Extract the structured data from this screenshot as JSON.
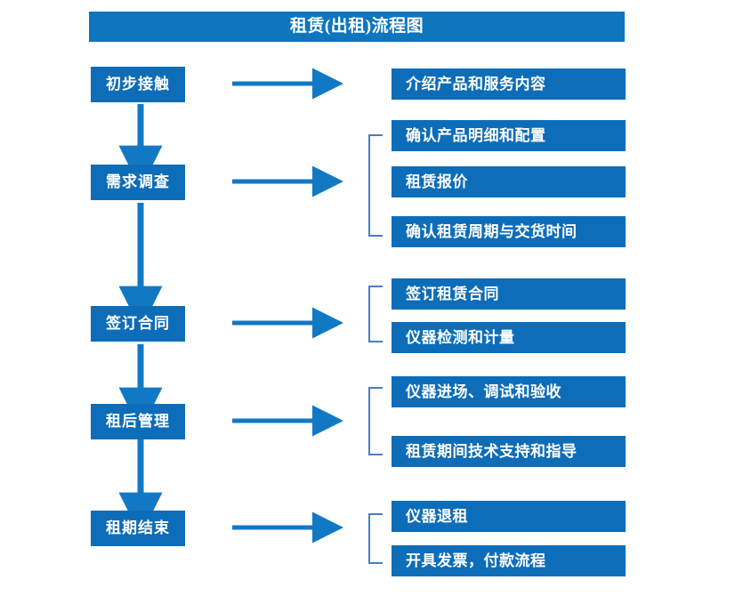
{
  "diagram": {
    "title": "租赁(出租)流程图",
    "colors": {
      "title_bar": "#0F75BD",
      "box_fill": "#0E6DB8",
      "box_text": "#FFFFFF",
      "arrow": "#1179C4",
      "bracket": "#4A7EBB",
      "background": "#FFFFFF"
    },
    "stages": [
      {
        "id": "stage-1",
        "label": "初步接触"
      },
      {
        "id": "stage-2",
        "label": "需求调查"
      },
      {
        "id": "stage-3",
        "label": "签订合同"
      },
      {
        "id": "stage-4",
        "label": "租后管理"
      },
      {
        "id": "stage-5",
        "label": "租期结束"
      }
    ],
    "tasks": [
      {
        "id": "task-1-1",
        "label": "介绍产品和服务内容",
        "stage": "stage-1"
      },
      {
        "id": "task-2-1",
        "label": "确认产品明细和配置",
        "stage": "stage-2"
      },
      {
        "id": "task-2-2",
        "label": "租赁报价",
        "stage": "stage-2"
      },
      {
        "id": "task-2-3",
        "label": "确认租赁周期与交货时间",
        "stage": "stage-2"
      },
      {
        "id": "task-3-1",
        "label": "签订租赁合同",
        "stage": "stage-3"
      },
      {
        "id": "task-3-2",
        "label": "仪器检测和计量",
        "stage": "stage-3"
      },
      {
        "id": "task-4-1",
        "label": "仪器进场、调试和验收",
        "stage": "stage-4"
      },
      {
        "id": "task-4-2",
        "label": "租赁期间技术支持和指导",
        "stage": "stage-4"
      },
      {
        "id": "task-5-1",
        "label": "仪器退租",
        "stage": "stage-5"
      },
      {
        "id": "task-5-2",
        "label": "开具发票，付款流程",
        "stage": "stage-5"
      }
    ],
    "flow_sequence": [
      "初步接触",
      "需求调查",
      "签订合同",
      "租后管理",
      "租期结束"
    ]
  }
}
